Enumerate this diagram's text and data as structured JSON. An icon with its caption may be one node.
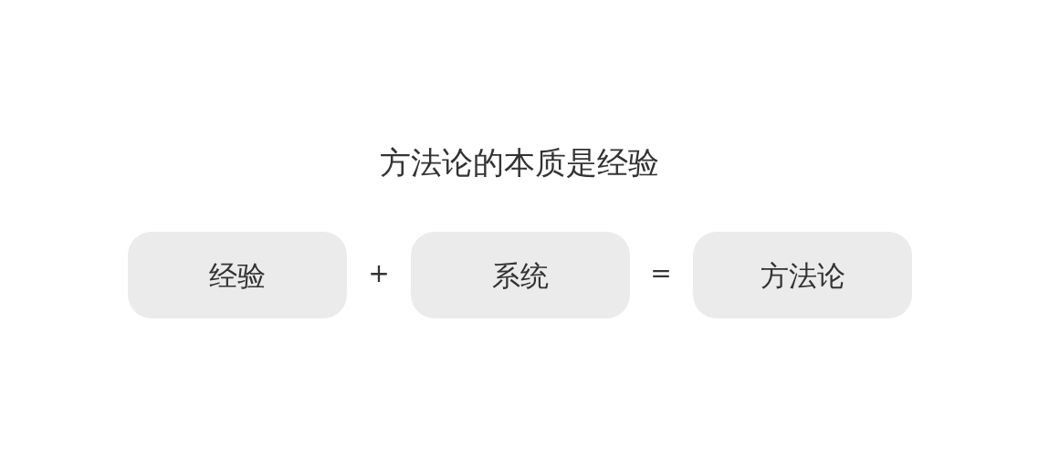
{
  "diagram": {
    "title": "方法论的本质是经验",
    "nodes": [
      {
        "text": [
          "经验"
        ]
      },
      {
        "text": [
          "系统"
        ]
      },
      {
        "text": [
          "方法论"
        ]
      }
    ],
    "labels": [
      "+",
      "="
    ]
  }
}
